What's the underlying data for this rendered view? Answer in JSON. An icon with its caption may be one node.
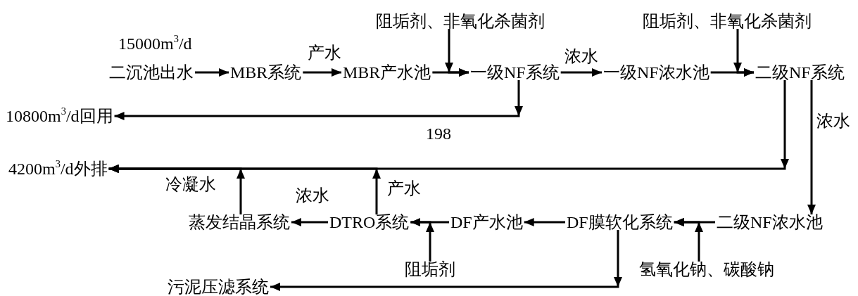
{
  "diagram": {
    "nodes": [
      {
        "text": [
          "二沉池出水"
        ],
        "beside": [
          "15000m$^{3}$/d"
        ]
      },
      {
        "text": [
          "MBR系统"
        ]
      },
      {
        "text": [
          "MBR产水池"
        ]
      },
      {
        "text": [
          "阻垢剂、非氧化杀菌剂"
        ]
      },
      {
        "text": [
          "一级NF系统"
        ]
      },
      {
        "text": [
          "一级NF浓水池"
        ]
      },
      {
        "text": [
          "阻垢剂、非氧化杀菌剂"
        ]
      },
      {
        "text": [
          "二级NF系统"
        ]
      },
      {
        "text": [
          "10800m$^{3}$/d回用"
        ]
      },
      {
        "text": [
          "4200m$^{3}$/d外排"
        ]
      },
      {
        "text": [
          "二级NF浓水池"
        ]
      },
      {
        "text": [
          "DF膜软化系统"
        ]
      },
      {
        "text": [
          "氢氧化钠、碳酸钠"
        ]
      },
      {
        "text": [
          "DF产水池"
        ]
      },
      {
        "text": [
          "阻垢剂"
        ]
      },
      {
        "text": [
          "DTRO系统"
        ]
      },
      {
        "text": [
          "蒸发结晶系统"
        ]
      },
      {
        "text": [
          "污泥压滤系统"
        ]
      }
    ],
    "edges": [
      {
        "from": 0,
        "to": 1,
        "arrow": "to"
      },
      {
        "from": 1,
        "to": 2,
        "arrow": "to",
        "label": "产水"
      },
      {
        "from": 2,
        "to": 4,
        "arrow": "to"
      },
      {
        "from": 3,
        "to": 4,
        "arrow": "to"
      },
      {
        "from": 4,
        "to": 5,
        "arrow": "to",
        "label": "浓水"
      },
      {
        "from": 5,
        "to": 7,
        "arrow": "to"
      },
      {
        "from": 6,
        "to": 7,
        "arrow": "to"
      },
      {
        "from": 4,
        "to": 8,
        "arrow": "to"
      },
      {
        "from": 7,
        "to": 9,
        "arrow": "to"
      },
      {
        "from": 7,
        "to": 10,
        "arrow": "to",
        "label": "浓水"
      },
      {
        "from": 10,
        "to": 11,
        "arrow": "to"
      },
      {
        "from": 12,
        "to": 11,
        "arrow": "to"
      },
      {
        "from": 11,
        "to": 13,
        "arrow": "to"
      },
      {
        "from": 13,
        "to": 15,
        "arrow": "to"
      },
      {
        "from": 14,
        "to": 15,
        "arrow": "to"
      },
      {
        "from": 15,
        "to": 16,
        "arrow": "to",
        "label": "浓水"
      },
      {
        "from": 15,
        "to": 9,
        "arrow": "to",
        "label": "产水"
      },
      {
        "from": 16,
        "to": 9,
        "arrow": "to",
        "label": "冷凝水"
      },
      {
        "from": 11,
        "to": 17,
        "arrow": "to"
      }
    ],
    "labels": [
      "198"
    ]
  }
}
